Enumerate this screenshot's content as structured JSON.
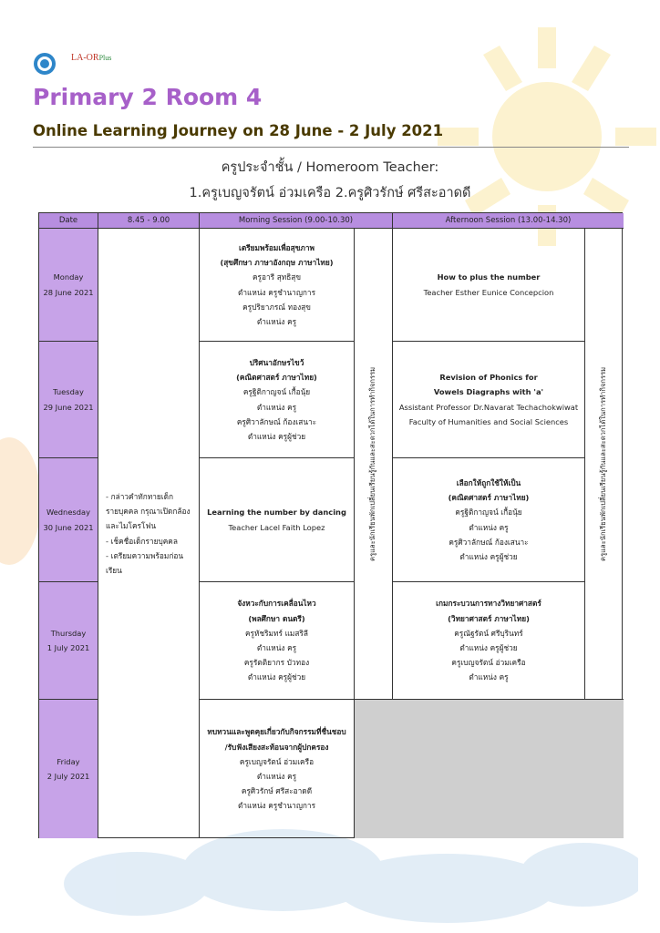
{
  "header": {
    "logo_text_1": "LA-OR",
    "logo_text_2": "Plus",
    "title": "Primary 2 Room 4",
    "subtitle": "Online Learning Journey on 28 June - 2 July 2021",
    "teacher_line_1": "ครูประจำชั้น / Homeroom Teacher:",
    "teacher_line_2": "1.ครูเบญจรัตน์ อ่วมเครือ   2.ครูศิวรักษ์ ศรีสะอาดดี"
  },
  "table": {
    "headers": {
      "date": "Date",
      "time": "8.45 - 9.00",
      "morning": "Morning Session (9.00-10.30)",
      "afternoon": "Afternoon Session (13.00-14.30)"
    },
    "slot_845": [
      "- กล่าวคำทักทายเด็ก",
      "รายบุคคล กรุณาเปิดกล้อง",
      "และไมโครโฟน",
      "- เช็คชื่อเด็กรายบุคคล",
      "- เตรียมความพร้อมก่อนเรียน"
    ],
    "break_text": "ครูและนักเรียนพักเปลี่ยนเรียนรู้กันและสะดวกได้ในการทำกิจกรรม",
    "days": [
      {
        "day": "Monday",
        "date": "28 June 2021",
        "morning": {
          "title": [
            "เตรียมพร้อมเพื่อสุขภาพ",
            "(สุขศึกษา ภาษาอังกฤษ ภาษาไทย)"
          ],
          "lines": [
            "ครูอารี สุทธิสุข",
            "ตำแหน่ง ครูชำนาญการ",
            "ครูปริยาภรณ์ ทองสุข",
            "ตำแหน่ง ครู"
          ]
        },
        "afternoon": {
          "title": [
            "How to plus the number"
          ],
          "lines": [
            "Teacher Esther Eunice Concepcion"
          ]
        }
      },
      {
        "day": "Tuesday",
        "date": "29 June 2021",
        "morning": {
          "title": [
            "ปริศนาอักษรไขว้",
            "(คณิตศาสตร์ ภาษาไทย)"
          ],
          "lines": [
            "ครูฐิติกาญจน์ เกื้อนุ้ย",
            "ตำแหน่ง ครู",
            "ครูศิวาลักษณ์ ก้องเสนาะ",
            "ตำแหน่ง ครูผู้ช่วย"
          ]
        },
        "afternoon": {
          "title": [
            "Revision of Phonics for",
            "Vowels Diagraphs with 'a'"
          ],
          "lines": [
            "Assistant Professor Dr.Navarat Techachokwiwat",
            "Faculty of Humanities and Social Sciences"
          ]
        }
      },
      {
        "day": "Wednesday",
        "date": "30 June 2021",
        "morning": {
          "title": [
            "Learning the number by dancing"
          ],
          "lines": [
            "Teacher Lacel Faith Lopez"
          ]
        },
        "afternoon": {
          "title": [
            "เลือกให้ถูกใช้ให้เป็น",
            "(คณิตศาสตร์ ภาษาไทย)"
          ],
          "lines": [
            "ครูฐิติกาญจน์ เกื้อนุ้ย",
            "ตำแหน่ง ครู",
            "ครูศิวาลักษณ์ ก้องเสนาะ",
            "ตำแหน่ง ครูผู้ช่วย"
          ]
        }
      },
      {
        "day": "Thursday",
        "date": "1 July 2021",
        "morning": {
          "title": [
            "จังหวะกับการเคลื่อนไหว",
            "(พลศึกษา ดนตรี)"
          ],
          "lines": [
            "ครูหัชริมทร์ แมสริลี",
            "ตำแหน่ง ครู",
            "ครูรัตติยากร บัวทอง",
            "ตำแหน่ง ครูผู้ช่วย"
          ]
        },
        "afternoon": {
          "title": [
            "เกมกระบวนการทางวิทยาศาสตร์",
            "(วิทยาศาสตร์ ภาษาไทย)"
          ],
          "lines": [
            "ครูณัฐรัตน์ ศรีบุรินทร์",
            "ตำแหน่ง ครูผู้ช่วย",
            "ครูเบญจรัตน์ อ่วมเครือ",
            "ตำแหน่ง ครู"
          ]
        }
      },
      {
        "day": "Friday",
        "date": "2 July 2021",
        "morning": {
          "title": [
            "ทบทวนและพูดคุยเกี่ยวกับกิจกรรมที่ชื่นชอบ",
            "/รับฟังเสียงสะท้อนจากผู้ปกครอง"
          ],
          "lines": [
            "ครูเบญจรัตน์  อ่วมเครือ",
            "ตำแหน่ง ครู",
            "ครูศิวรักษ์  ศรีสะอาดดี",
            "ตำแหน่ง ครูชำนาญการ"
          ]
        }
      }
    ]
  },
  "colors": {
    "title": "#a760c9",
    "subtitle": "#4a3a00",
    "header_bg": "#b78ee0",
    "day_bg": "#c7a3e8",
    "empty_bg": "#cfcfcf"
  }
}
